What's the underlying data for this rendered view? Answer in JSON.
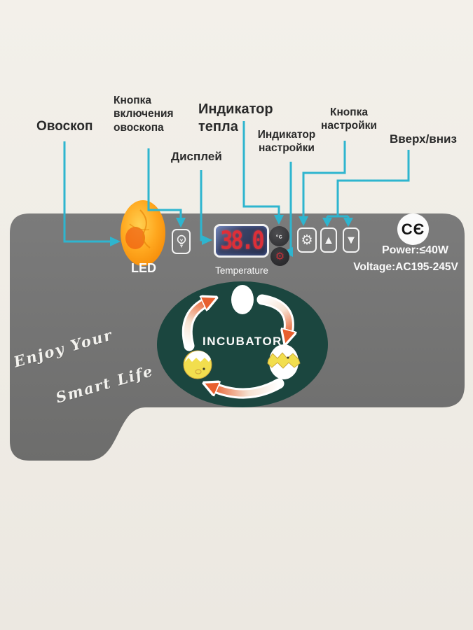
{
  "callouts": {
    "ovoscope": "Овоскоп",
    "ovoscope_button": "Кнопка включения овоскопа",
    "heat_indicator": "Индикатор тепла",
    "display": "Дисплей",
    "settings_indicator": "Индикатор настройки",
    "settings_button": "Кнопка настройки",
    "up_down": "Вверх/вниз"
  },
  "panel": {
    "led_label": "LED",
    "temperature_label": "Temperature",
    "temperature_value": "38.0",
    "ce_mark": "CЄ",
    "power": "Power:≤40W",
    "voltage": "Voltage:AC195-245V"
  },
  "artwork": {
    "incubator_title": "INCUBATOR",
    "slogan_line1": "Enjoy Your",
    "slogan_line2": "Smart Life"
  },
  "icons": {
    "ovoscope_button": "bulb-icon",
    "settings_button_glyph": "⚙",
    "settings_indicator_glyph": "⚙",
    "up_glyph": "▲",
    "down_glyph": "▼",
    "heat_indicator_glyph": "°c"
  },
  "colors": {
    "background": "#f1ede7",
    "panel": "#747474",
    "callout_line": "#2eb5cf",
    "oval": "#1b463f",
    "arrow_orange": "#e85f2e",
    "digit_red": "#dd2f38",
    "egg_orange": "#ff9413",
    "chick_yellow": "#f2de4e"
  }
}
